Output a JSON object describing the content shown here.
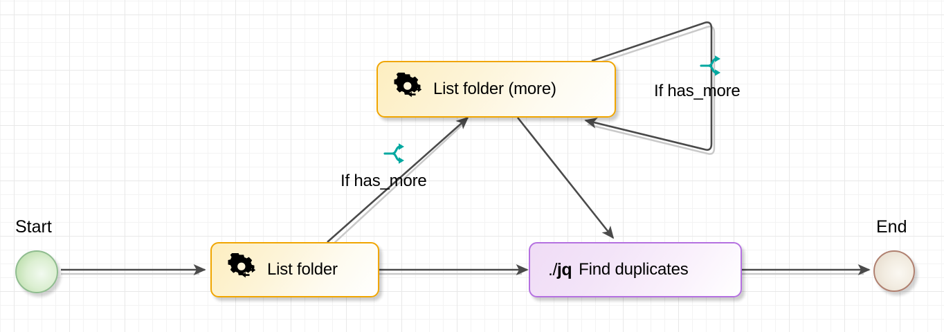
{
  "diagram": {
    "type": "workflow-flowchart",
    "background": "grid-canvas",
    "colors": {
      "process_border": "#f0a500",
      "process_fill": "#fdf4d8",
      "jq_border": "#b470e0",
      "jq_fill": "#f3e4f8",
      "start_border": "#8fbc8f",
      "start_fill": "#aed69a",
      "end_border": "#b08070",
      "end_fill": "#e2d6c6",
      "edge": "#4a4a4a",
      "edge_shadow": "#c8c8c8",
      "branch_icon": "#00a8a0",
      "grid_minor": "#f3f3f3",
      "grid_major": "#e8e8e8"
    }
  },
  "terminals": {
    "start": {
      "label": "Start",
      "name": "start-node"
    },
    "end": {
      "label": "End",
      "name": "end-node"
    }
  },
  "nodes": [
    {
      "id": "list-folder-more",
      "label": "List folder (more)",
      "icon": "gear-arrows-icon",
      "kind": "process"
    },
    {
      "id": "list-folder",
      "label": "List folder",
      "icon": "gear-arrows-icon",
      "kind": "process"
    },
    {
      "id": "find-duplicates",
      "label": "Find duplicates",
      "icon": "jq-icon",
      "icon_prefix": "./",
      "icon_text": "jq",
      "kind": "jq"
    }
  ],
  "edge_labels": [
    {
      "id": "if-has-more-left",
      "text": "If has_more",
      "icon": "branch-shuffle-icon"
    },
    {
      "id": "if-has-more-right",
      "text": "If has_more",
      "icon": "branch-shuffle-icon"
    }
  ],
  "edges": [
    {
      "from": "start",
      "to": "list-folder",
      "style": "straight"
    },
    {
      "from": "list-folder",
      "to": "find-duplicates",
      "style": "straight"
    },
    {
      "from": "list-folder",
      "to": "list-folder-more",
      "style": "diagonal",
      "label": "If has_more"
    },
    {
      "from": "list-folder-more",
      "to": "find-duplicates",
      "style": "diagonal"
    },
    {
      "from": "list-folder-more",
      "to": "list-folder-more",
      "style": "self-loop",
      "label": "If has_more"
    },
    {
      "from": "find-duplicates",
      "to": "end",
      "style": "straight"
    }
  ]
}
